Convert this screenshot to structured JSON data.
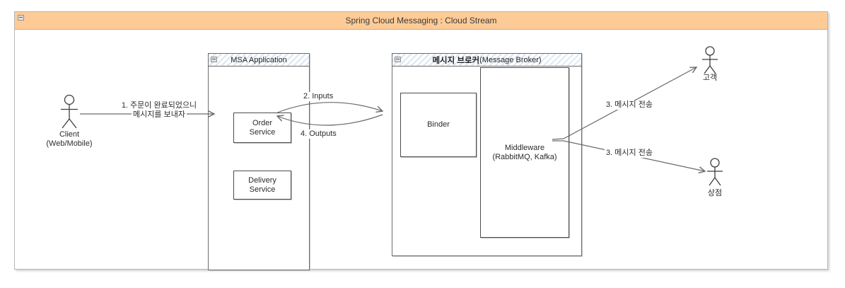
{
  "window": {
    "title": "Spring Cloud Messaging : Cloud Stream"
  },
  "msa": {
    "title": "MSA Application",
    "order_service": "Order Service",
    "delivery_service": "Delivery Service"
  },
  "broker": {
    "title_ko": "메시지 브로커",
    "title_en": "(Message Broker)",
    "binder": "Binder",
    "middleware_line1": "Middleware",
    "middleware_line2": "(RabbitMQ, Kafka)"
  },
  "actors": {
    "client_line1": "Client",
    "client_line2": "(Web/Mobile)",
    "customer": "고객",
    "store": "상점"
  },
  "edges": {
    "order_request_line1": "1. 주문이 완료되었으니",
    "order_request_line2": "메시지를 보내자",
    "inputs": "2. Inputs",
    "outputs": "4. Outputs",
    "send_customer": "3. 메시지 전송",
    "send_store": "3. 메시지 전송"
  },
  "colors": {
    "titlebar_bg": "#fecb97",
    "header_hatch_blue": "#dbe6f4",
    "line": "#6a6a6a",
    "box_border": "#4d4d4d"
  }
}
